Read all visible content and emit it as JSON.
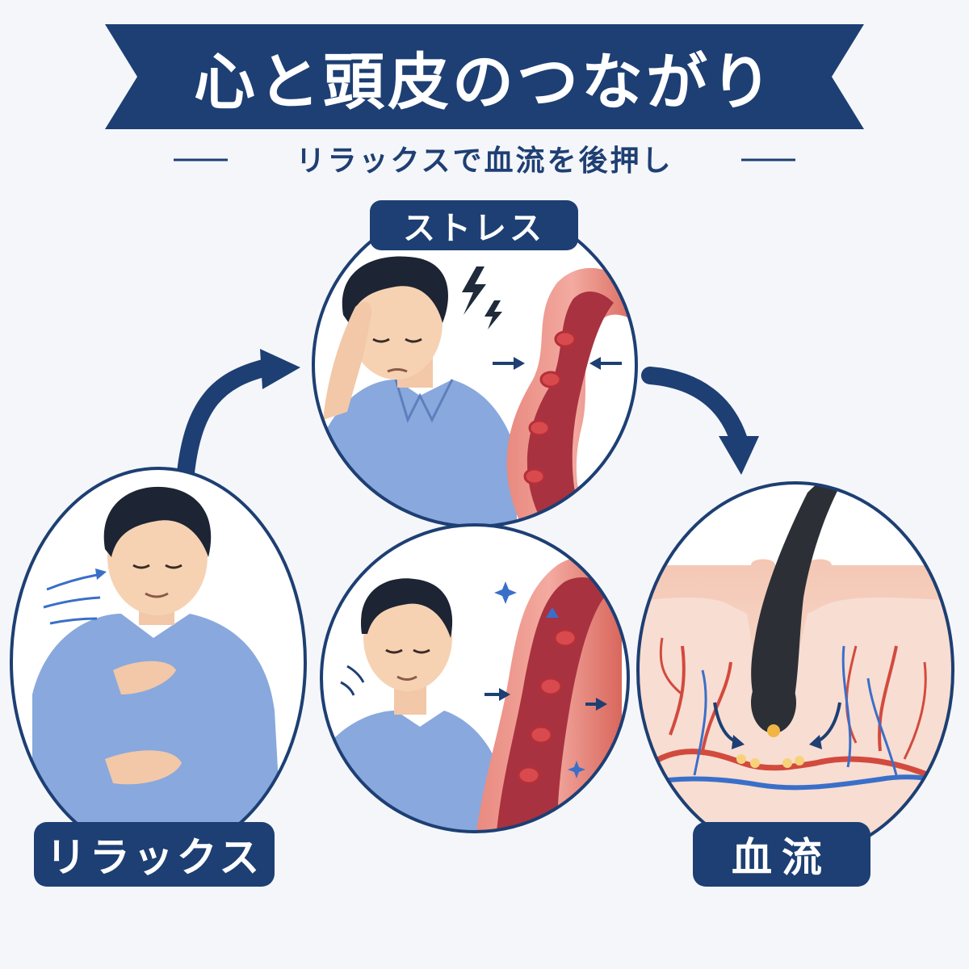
{
  "title": "心と頭皮のつながり",
  "subtitle": "リラックスで血流を後押し",
  "nodes": {
    "stress": "ストレス",
    "relax": "リラックス",
    "blood_flow": "血流"
  },
  "colors": {
    "navy": "#1d3f73",
    "background": "#f4f6fa",
    "shirt": "#7f9fd6",
    "hair": "#1d2433",
    "skin": "#f6d2b3",
    "vessel": "#d9534f",
    "vein": "#3a6fc9"
  },
  "icons": [
    "lightning-icon",
    "sparkle-icon",
    "arrow-icon",
    "breath-lines-icon",
    "hair-follicle-icon"
  ]
}
